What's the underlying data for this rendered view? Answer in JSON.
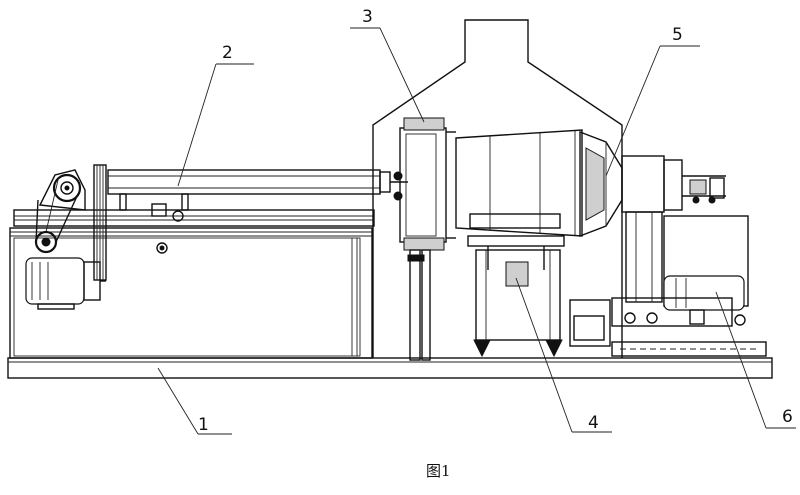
{
  "figure": {
    "callouts": [
      {
        "id": "1",
        "text": "1"
      },
      {
        "id": "2",
        "text": "2"
      },
      {
        "id": "3",
        "text": "3"
      },
      {
        "id": "4",
        "text": "4"
      },
      {
        "id": "5",
        "text": "5"
      },
      {
        "id": "6",
        "text": "6"
      }
    ],
    "caption": "图1"
  }
}
